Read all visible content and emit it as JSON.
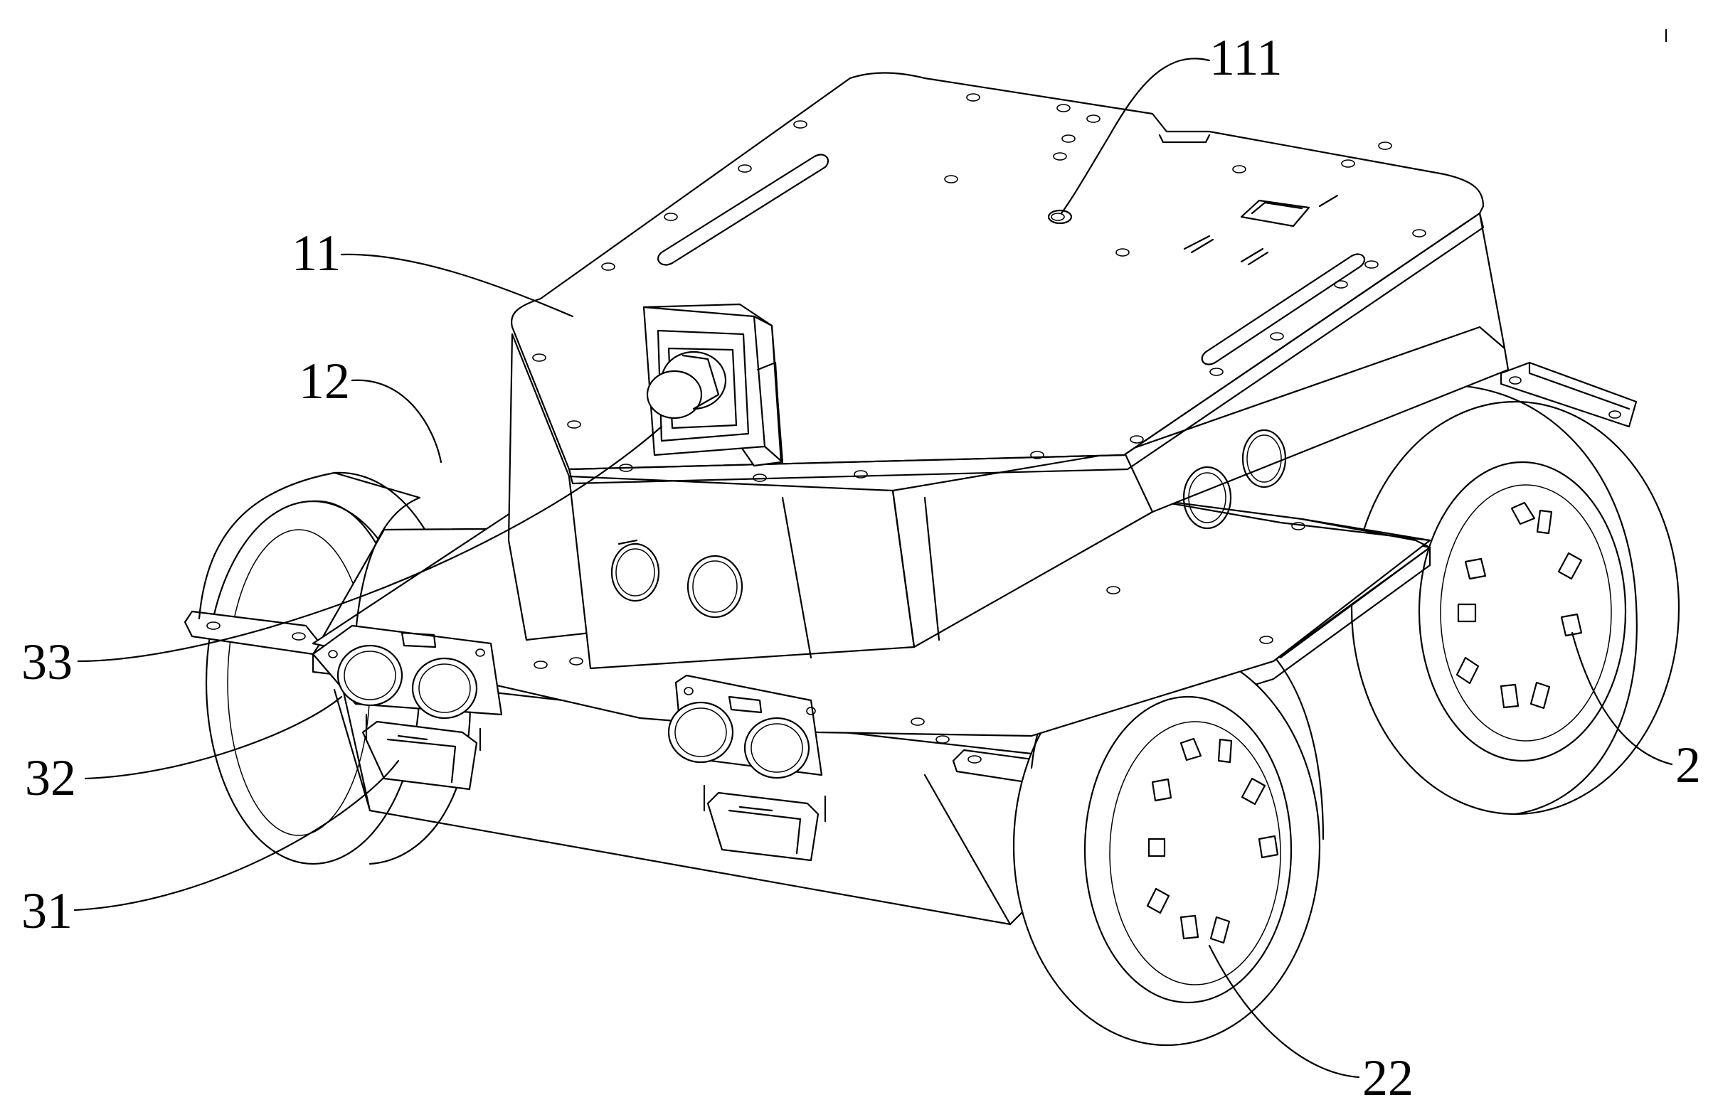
{
  "figure": {
    "labels": {
      "label_111": "111",
      "label_11": "11",
      "label_12": "12",
      "label_33": "33",
      "label_32": "32",
      "label_31": "31",
      "label_2": "2",
      "label_22": "22"
    },
    "colors": {
      "line": "#000000",
      "background": "#ffffff"
    }
  }
}
